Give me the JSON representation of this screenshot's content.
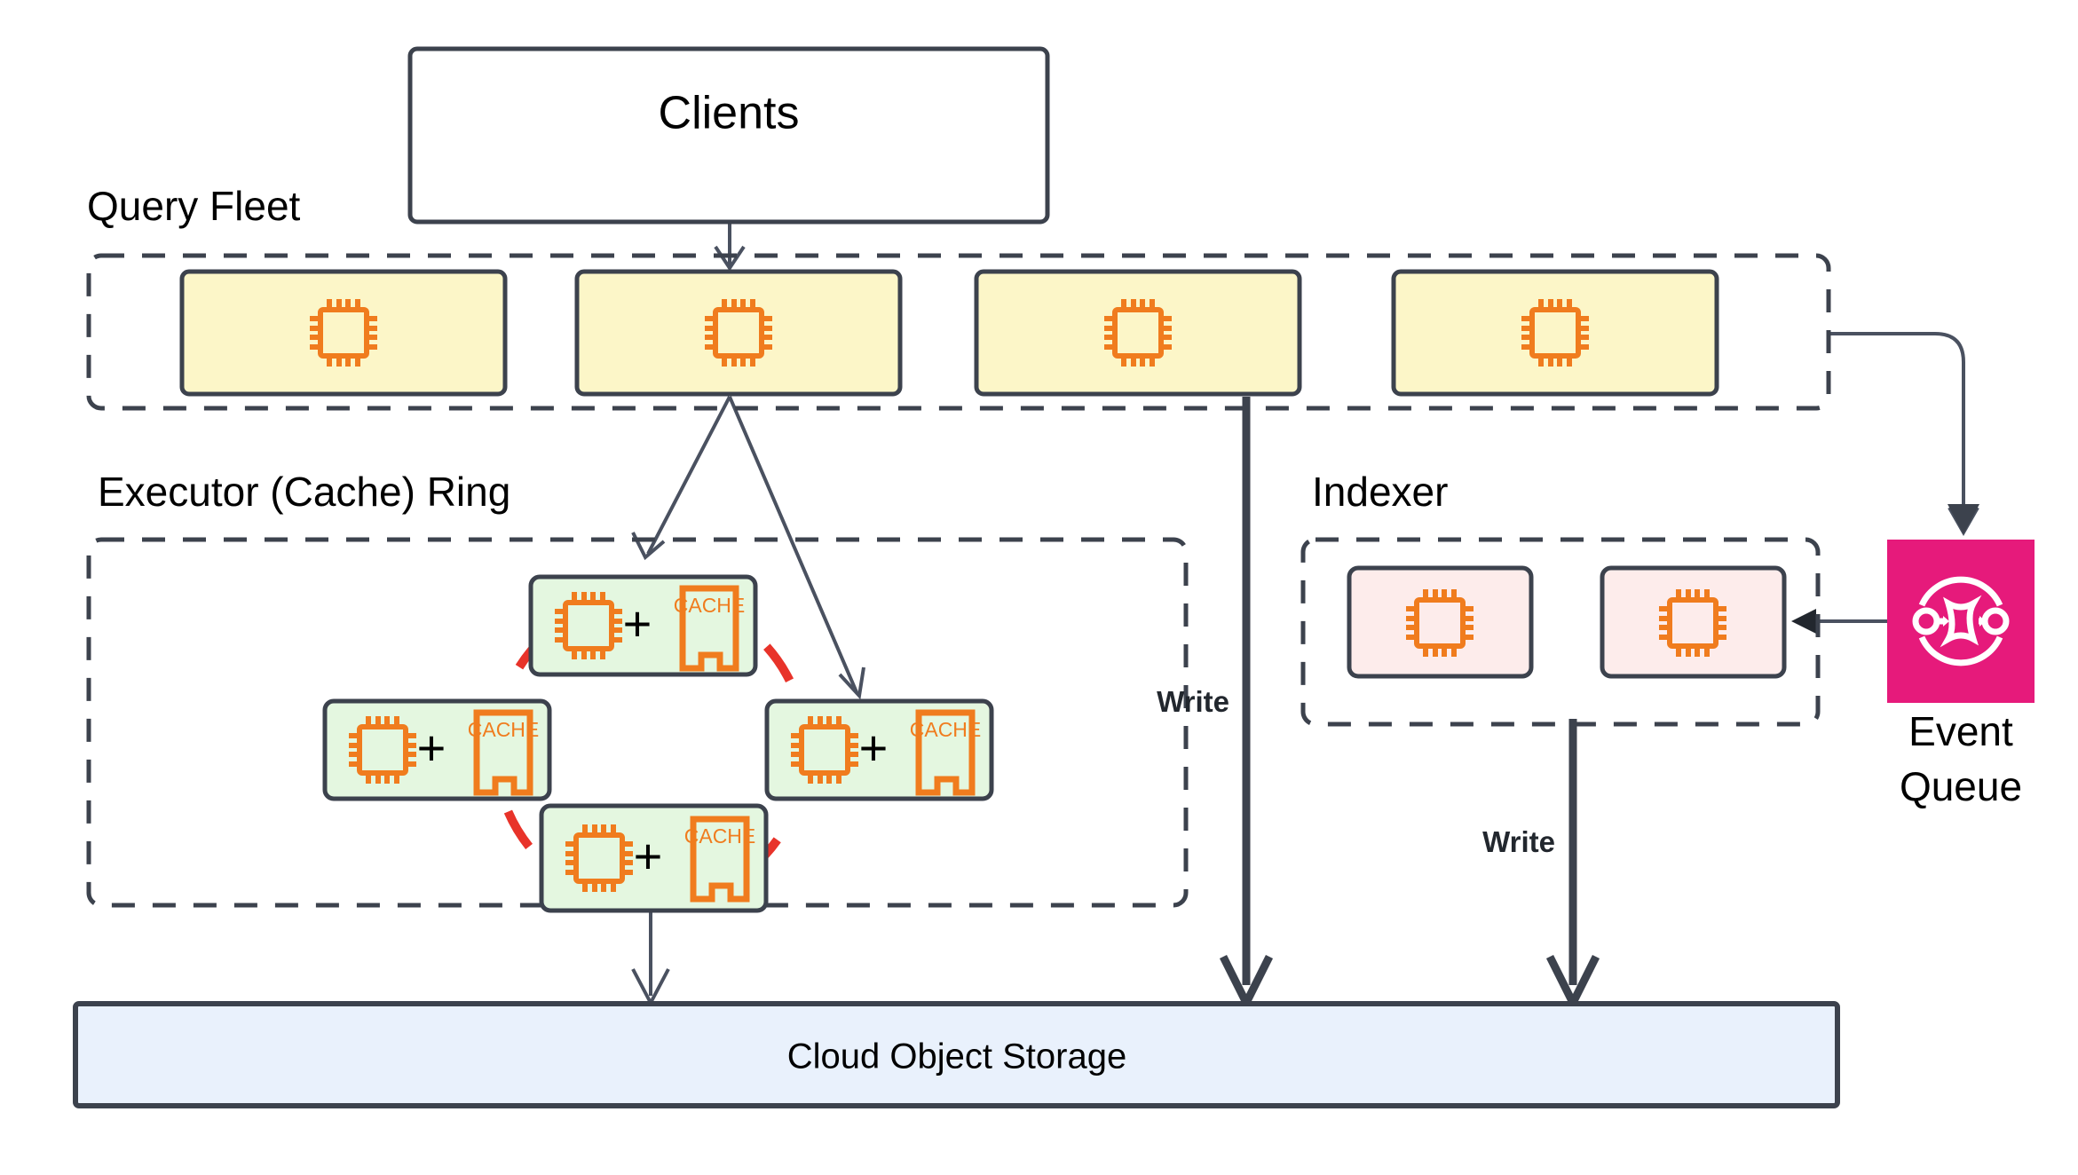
{
  "diagram": {
    "title_nodes": {
      "clients": "Clients",
      "cloud_storage": "Cloud Object Storage",
      "event_queue_line1": "Event",
      "event_queue_line2": "Queue"
    },
    "group_labels": {
      "query_fleet": "Query Fleet",
      "executor_ring": "Executor (Cache) Ring",
      "indexer": "Indexer"
    },
    "edge_labels": {
      "write_query_fleet": "Write",
      "write_indexer": "Write"
    },
    "query_fleet_nodes": [
      {
        "id": "qf-1",
        "icon": "cpu-icon"
      },
      {
        "id": "qf-2",
        "icon": "cpu-icon"
      },
      {
        "id": "qf-3",
        "icon": "cpu-icon"
      },
      {
        "id": "qf-4",
        "icon": "cpu-icon"
      }
    ],
    "executor_nodes": [
      {
        "id": "ex-top",
        "icons": [
          "cpu-icon",
          "plus-icon",
          "cache-icon"
        ],
        "cache_label": "CACHE",
        "plus": "+"
      },
      {
        "id": "ex-left",
        "icons": [
          "cpu-icon",
          "plus-icon",
          "cache-icon"
        ],
        "cache_label": "CACHE",
        "plus": "+"
      },
      {
        "id": "ex-right",
        "icons": [
          "cpu-icon",
          "plus-icon",
          "cache-icon"
        ],
        "cache_label": "CACHE",
        "plus": "+"
      },
      {
        "id": "ex-bottom",
        "icons": [
          "cpu-icon",
          "plus-icon",
          "cache-icon"
        ],
        "cache_label": "CACHE",
        "plus": "+"
      }
    ],
    "indexer_nodes": [
      {
        "id": "ix-1",
        "icon": "cpu-icon"
      },
      {
        "id": "ix-2",
        "icon": "cpu-icon"
      }
    ],
    "colors": {
      "query_fleet_fill": "#fcf6c8",
      "executor_fill": "#e4f7e0",
      "indexer_fill": "#fdeceb",
      "storage_fill": "#e9f1fc",
      "event_queue_fill": "#e61a7b",
      "node_stroke": "#3c424d",
      "ring_dash": "#e8332a",
      "icon_orange": "#f07c1e",
      "edge_stroke": "#4a5160"
    }
  }
}
